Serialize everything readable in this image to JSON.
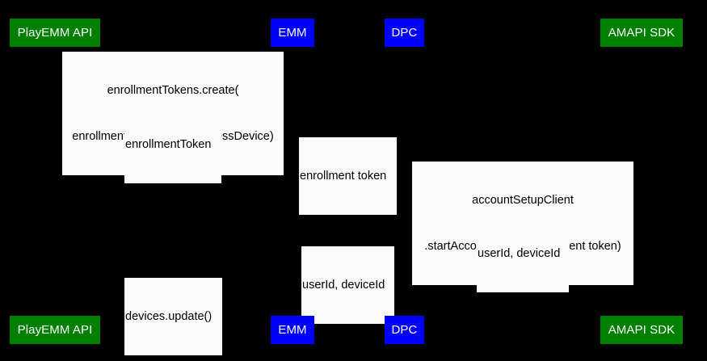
{
  "diagram": {
    "type": "sequence-diagram",
    "background_color": "#000000",
    "participant_colors": {
      "green": "#008000",
      "blue": "#0000ff",
      "label_background": "#fafafa",
      "label_text": "#000000",
      "participant_text": "#ffffff"
    }
  },
  "participants_top": [
    {
      "name": "PlayEMM API",
      "color": "green"
    },
    {
      "name": "EMM",
      "color": "blue"
    },
    {
      "name": "DPC",
      "color": "blue"
    },
    {
      "name": "AMAPI SDK",
      "color": "green"
    }
  ],
  "participants_bottom": [
    {
      "name": "PlayEMM API",
      "color": "green"
    },
    {
      "name": "EMM",
      "color": "blue"
    },
    {
      "name": "DPC",
      "color": "blue"
    },
    {
      "name": "AMAPI SDK",
      "color": "green"
    }
  ],
  "messages": [
    {
      "id": "msg-enrollment-tokens-create",
      "line1": "enrollmentTokens.create(",
      "line2": "enrollmentTokenType=userlessDevice)"
    },
    {
      "id": "msg-enrollment-token-response",
      "line1": "enrollmentToken",
      "line2": ""
    },
    {
      "id": "msg-enrollment-token-transfer",
      "line1": "enrollment token",
      "line2": ""
    },
    {
      "id": "msg-start-account-setup",
      "line1": "accountSetupClient",
      "line2": ".startAccountSetup(entrollment token)"
    },
    {
      "id": "msg-userid-deviceid-sdk",
      "line1": "userId, deviceId",
      "line2": ""
    },
    {
      "id": "msg-userid-deviceid-emm",
      "line1": "userId, deviceId",
      "line2": ""
    },
    {
      "id": "msg-devices-update",
      "line1": "devices.update()",
      "line2": ""
    }
  ]
}
